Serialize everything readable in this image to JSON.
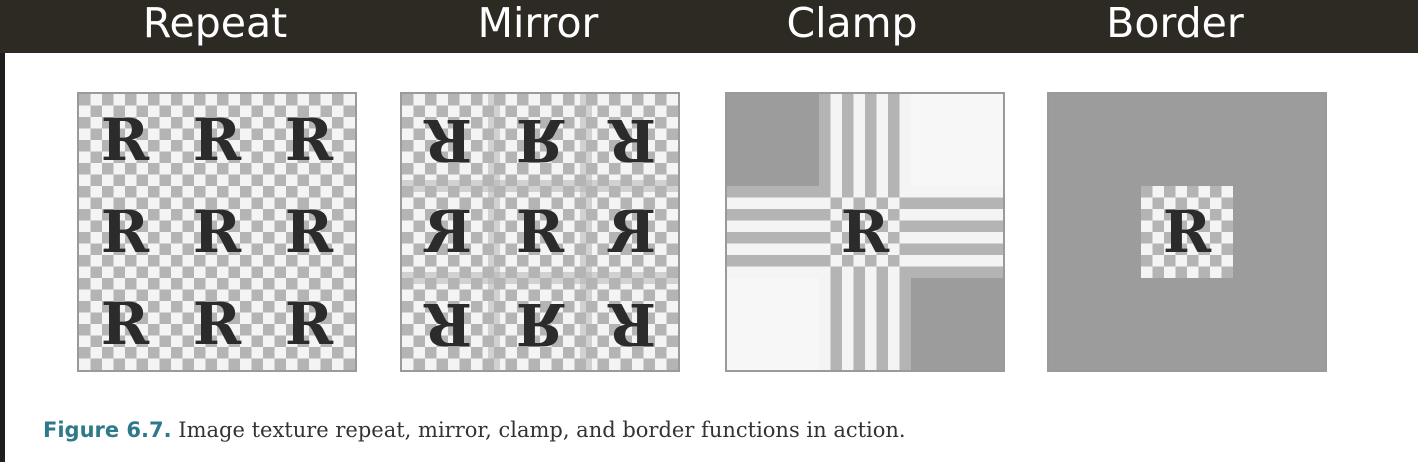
{
  "header": {
    "labels": [
      "Repeat",
      "Mirror",
      "Clamp",
      "Border"
    ]
  },
  "figure": {
    "glyph": "R",
    "colors": {
      "checker_dark": "#b4b4b4",
      "checker_light": "#f4f4f4",
      "gray_fill": "#9c9c9c",
      "white_fill": "#f7f7f7",
      "glyph": "#2b2b2b",
      "header_bg": "#2d2a24",
      "caption_label": "#2f7a8a"
    }
  },
  "caption": {
    "label": "Figure 6.7.",
    "text": " Image texture repeat, mirror, clamp, and border functions in action."
  }
}
